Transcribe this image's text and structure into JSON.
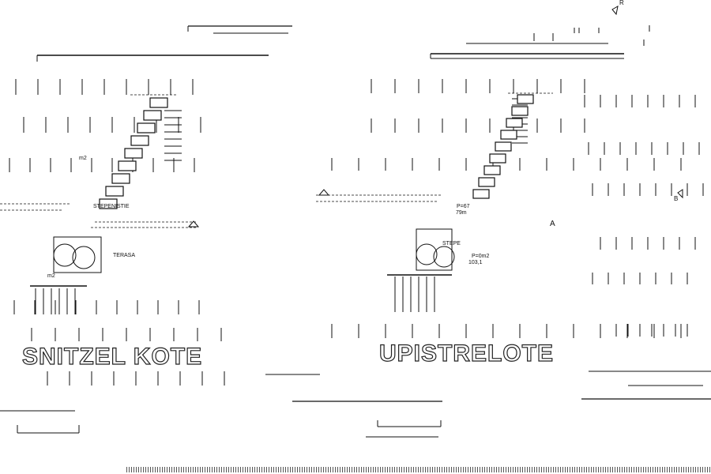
{
  "plans": {
    "left_title": "SNITZEL KOTE",
    "right_title": "UPISTRELOTE"
  },
  "labels": {
    "stepenistie_left": "STEPENISTIE",
    "terasa_left": "TERASA",
    "area_left_top": "m2",
    "area_left_bottom": "m2",
    "p_top": "P=67",
    "p_top_b": "79m",
    "p_mid": "P=0m2",
    "p_mid_b": "103,1",
    "stair_right": "STEPE",
    "mark_a": "A",
    "mark_r": "R",
    "mark_b": "B"
  },
  "colors": {
    "ink": "#111111",
    "background": "#ffffff"
  }
}
